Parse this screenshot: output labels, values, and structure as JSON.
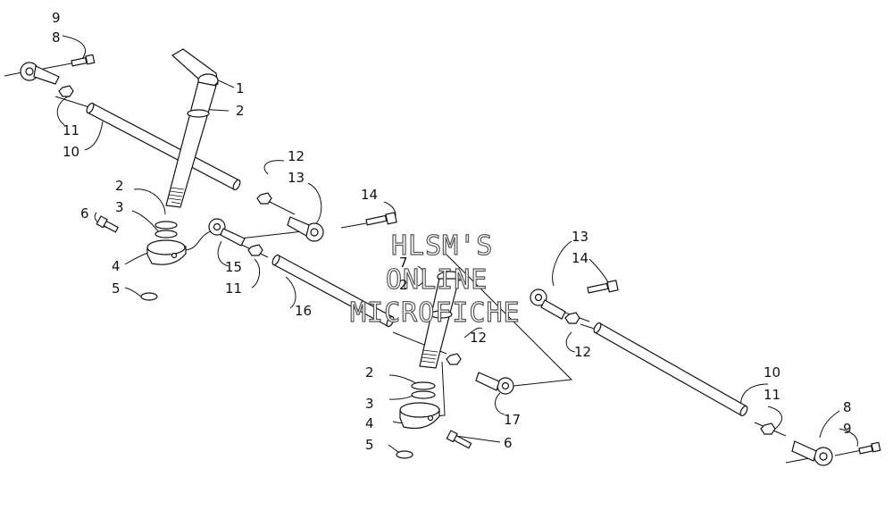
{
  "watermark": {
    "line1": "HLSM'S",
    "line2": "ONLINE",
    "line3": "MICROFICHE"
  },
  "callouts": [
    {
      "id": "c9a",
      "text": "9"
    },
    {
      "id": "c8a",
      "text": "8"
    },
    {
      "id": "c1",
      "text": "1"
    },
    {
      "id": "c2a",
      "text": "2"
    },
    {
      "id": "c11a",
      "text": "11"
    },
    {
      "id": "c10a",
      "text": "10"
    },
    {
      "id": "c12a",
      "text": "12"
    },
    {
      "id": "c13a",
      "text": "13"
    },
    {
      "id": "c14a",
      "text": "14"
    },
    {
      "id": "c2b",
      "text": "2"
    },
    {
      "id": "c3a",
      "text": "3"
    },
    {
      "id": "c6a",
      "text": "6"
    },
    {
      "id": "c4a",
      "text": "4"
    },
    {
      "id": "c5a",
      "text": "5"
    },
    {
      "id": "c15",
      "text": "15"
    },
    {
      "id": "c11b",
      "text": "11"
    },
    {
      "id": "c16",
      "text": "16"
    },
    {
      "id": "c7",
      "text": "7"
    },
    {
      "id": "c2c",
      "text": "2"
    },
    {
      "id": "c13b",
      "text": "13"
    },
    {
      "id": "c14b",
      "text": "14"
    },
    {
      "id": "c12b",
      "text": "12"
    },
    {
      "id": "c12c",
      "text": "12"
    },
    {
      "id": "c2d",
      "text": "2"
    },
    {
      "id": "c3b",
      "text": "3"
    },
    {
      "id": "c4b",
      "text": "4"
    },
    {
      "id": "c5b",
      "text": "5"
    },
    {
      "id": "c6b",
      "text": "6"
    },
    {
      "id": "c17",
      "text": "17"
    },
    {
      "id": "c10b",
      "text": "10"
    },
    {
      "id": "c11c",
      "text": "11"
    },
    {
      "id": "c8b",
      "text": "8"
    },
    {
      "id": "c9b",
      "text": "9"
    }
  ]
}
